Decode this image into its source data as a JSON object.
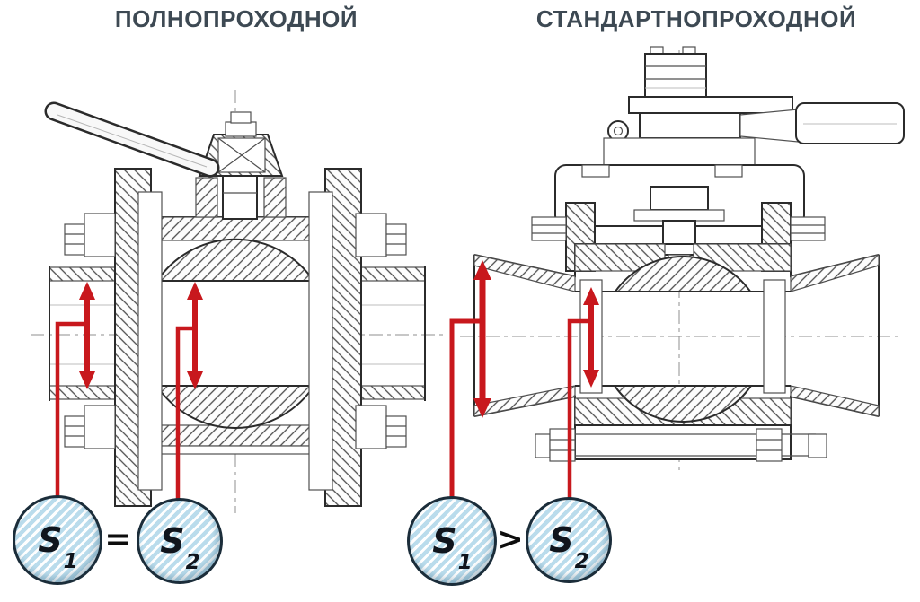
{
  "header": {
    "left_title": "ПОЛНОПРОХОДНОЙ",
    "right_title": "СТАНДАРТНОПРОХОДНОЙ"
  },
  "annotations": {
    "left": {
      "s1_base": "S",
      "s1_sub": "1",
      "relation": "=",
      "s2_base": "S",
      "s2_sub": "2"
    },
    "right": {
      "s1_base": "S",
      "s1_sub": "1",
      "relation": ">",
      "s2_base": "S",
      "s2_sub": "2"
    }
  },
  "colors": {
    "annotation_red": "#c8181d",
    "circle_fill_blue": "#badcec",
    "circle_outline": "#1b2d3a",
    "title_text": "#3d4953",
    "drawing_line": "#2b2b2b"
  }
}
